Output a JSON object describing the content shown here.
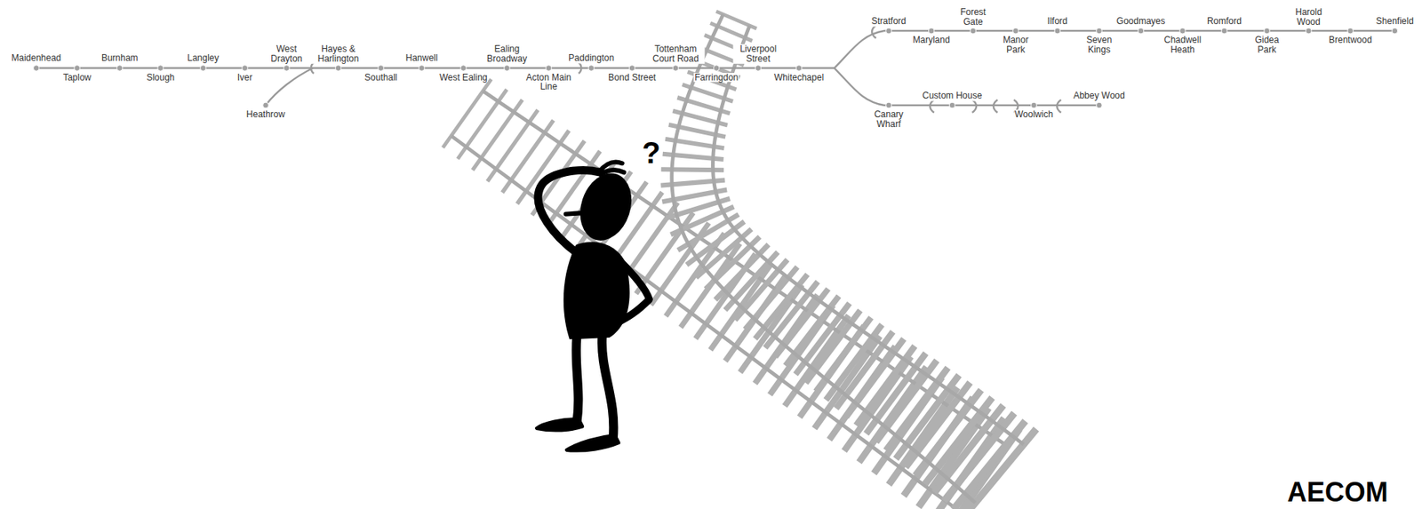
{
  "diagram": {
    "labels": [
      "Maidenhead",
      "Taplow",
      "Burnham",
      "Slough",
      "Langley",
      "Iver",
      "West Drayton",
      "Hayes & Harlington",
      "Heathrow",
      "Southall",
      "Hanwell",
      "West Ealing",
      "Ealing Broadway",
      "Acton Main Line",
      "Paddington",
      "Bond Street",
      "Tottenham Court Road",
      "Farringdon",
      "Liverpool Street",
      "Whitechapel",
      "Stratford",
      "Maryland",
      "Forest Gate",
      "Manor Park",
      "Ilford",
      "Seven Kings",
      "Goodmayes",
      "Chadwell Heath",
      "Romford",
      "Gidea Park",
      "Harold Wood",
      "Brentwood",
      "Shenfield",
      "Canary Wharf",
      "Custom House",
      "Woolwich",
      "Abbey Wood",
      "?",
      "AECOM"
    ]
  }
}
